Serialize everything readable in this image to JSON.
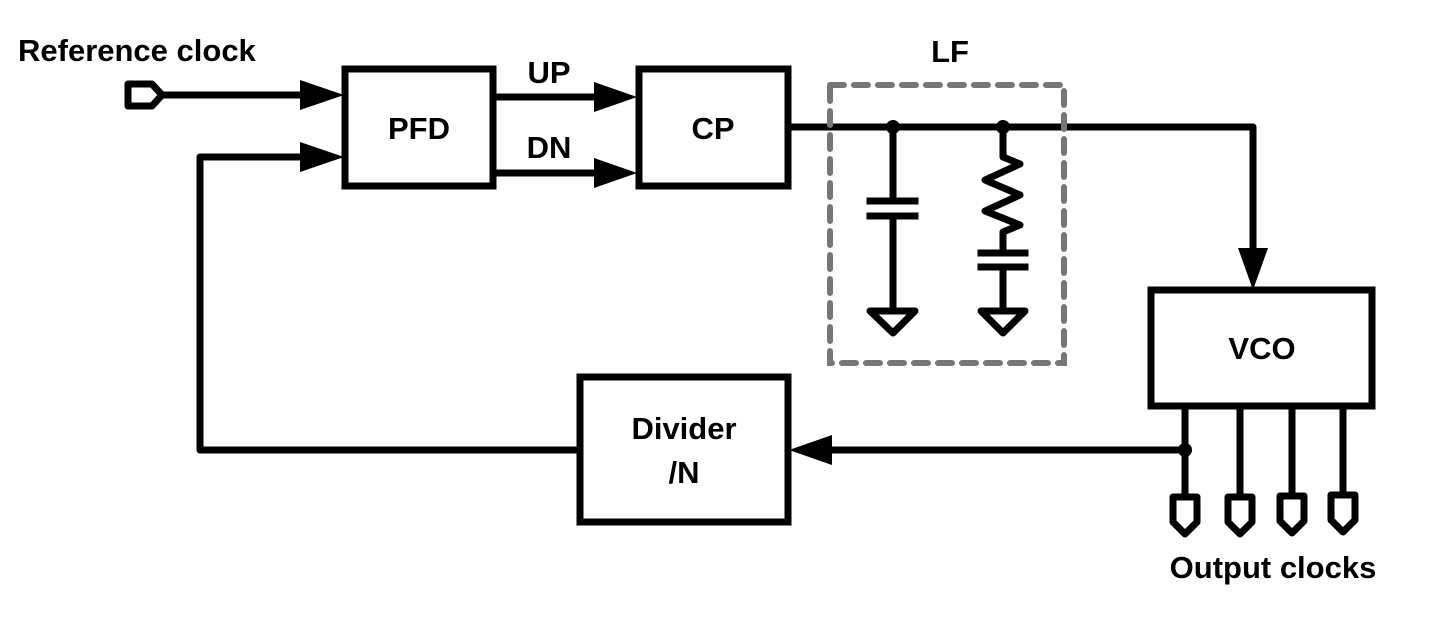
{
  "labels": {
    "reference_clock": "Reference clock",
    "pfd": "PFD",
    "up": "UP",
    "dn": "DN",
    "cp": "CP",
    "lf": "LF",
    "vco": "VCO",
    "divider_line1": "Divider",
    "divider_line2": "/N",
    "output_clocks": "Output clocks"
  },
  "colors": {
    "wire": "#000000",
    "loop_filter_border": "#777777"
  }
}
